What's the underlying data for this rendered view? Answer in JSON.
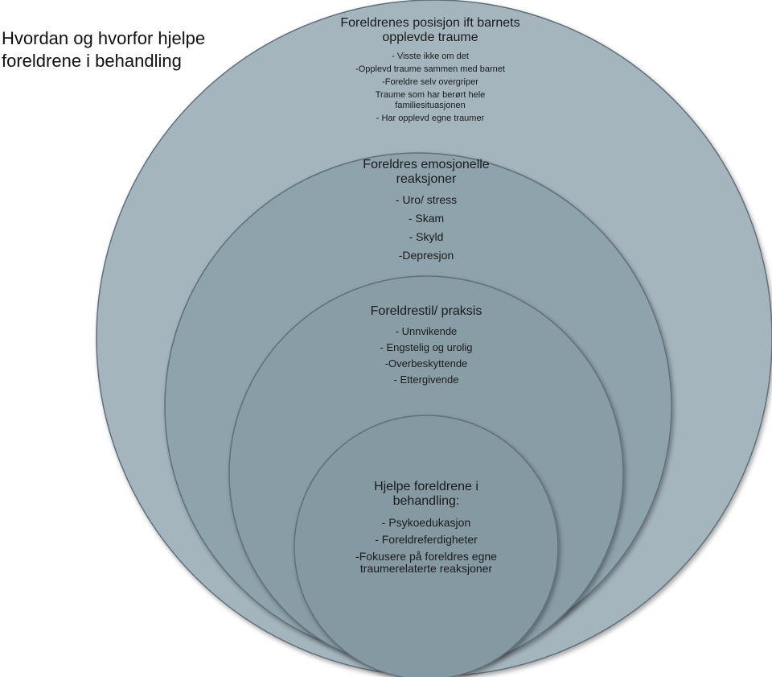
{
  "title": "Hvordan og hvorfor hjelpe foreldrene i behandling",
  "colors": {
    "circle_1": "#a5b5bd",
    "circle_2": "#8fa3ad",
    "circle_3": "#899da7",
    "circle_4": "#8599a3",
    "stroke": "#5e707a"
  },
  "circles": [
    {
      "heading": "Foreldrenes posisjon ift barnets opplevde traume",
      "items": [
        "- Visste ikke om det",
        "-Opplevd traume sammen med barnet",
        "-Foreldre selv overgriper",
        "Traume som har berørt hele familiesituasjonen",
        "- Har opplevd egne traumer"
      ]
    },
    {
      "heading": "Foreldres emosjonelle reaksjoner",
      "items": [
        "- Uro/ stress",
        "- Skam",
        "- Skyld",
        "-Depresjon"
      ]
    },
    {
      "heading": "Foreldrestil/ praksis",
      "items": [
        "- Unnvikende",
        "- Engstelig og urolig",
        "-Overbeskyttende",
        "- Ettergivende"
      ]
    },
    {
      "heading": "Hjelpe foreldrene i behandling:",
      "items": [
        "- Psykoedukasjon",
        "- Foreldreferdigheter",
        "-Fokusere på foreldres egne traumerelaterte reaksjoner"
      ]
    }
  ]
}
